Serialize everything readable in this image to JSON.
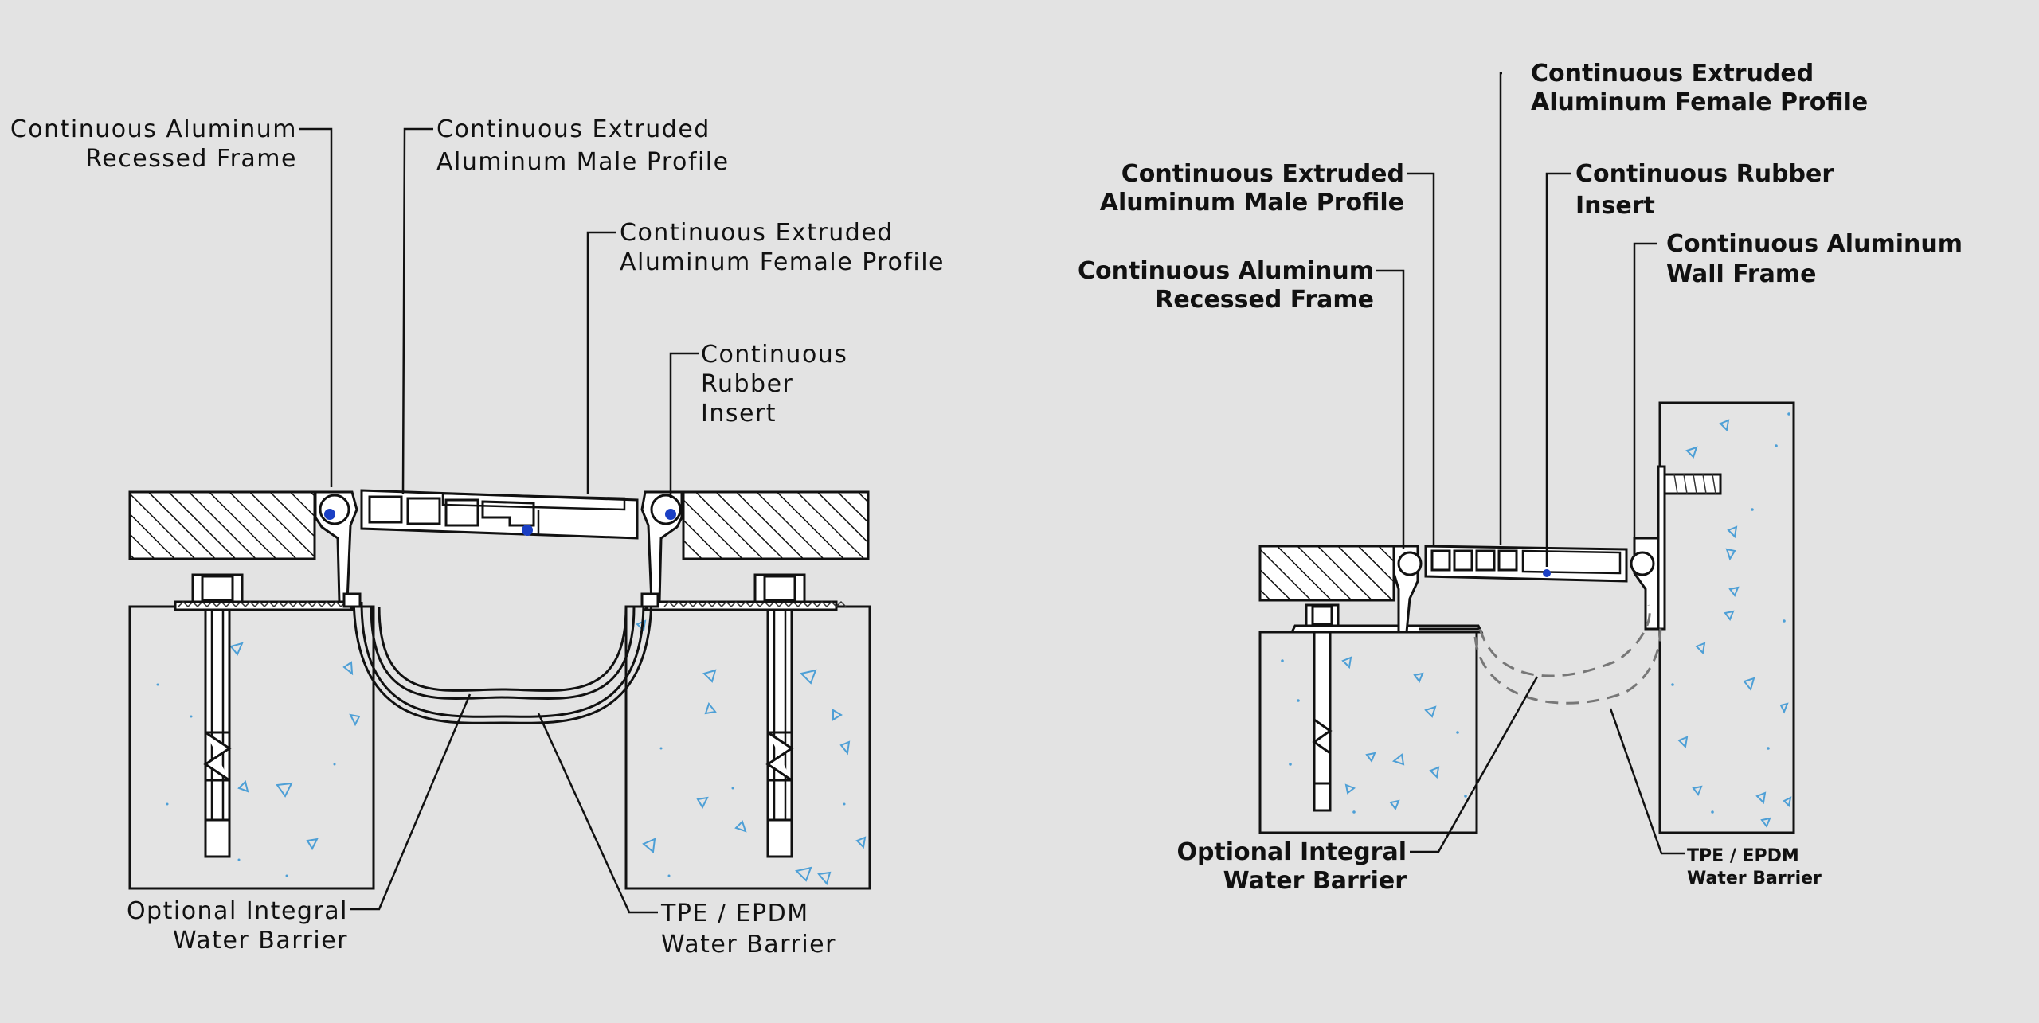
{
  "left_detail": {
    "labels": {
      "recessed_frame": [
        "Continuous Aluminum",
        "Recessed Frame"
      ],
      "male_profile": [
        "Continuous Extruded",
        "Aluminum Male Profile"
      ],
      "female_profile": [
        "Continuous Extruded",
        "Aluminum Female Profile"
      ],
      "rubber_insert": [
        "Continuous",
        "Rubber",
        "Insert"
      ],
      "integral_barrier": [
        "Optional Integral",
        "Water Barrier"
      ],
      "tpe_barrier": [
        "TPE / EPDM",
        "Water Barrier"
      ]
    }
  },
  "right_detail": {
    "labels": {
      "female_profile": [
        "Continuous Extruded",
        "Aluminum Female Profile"
      ],
      "male_profile": [
        "Continuous Extruded",
        "Aluminum Male Profile"
      ],
      "rubber_insert": [
        "Continuous Rubber",
        "Insert"
      ],
      "wall_frame": [
        "Continuous Aluminum",
        "Wall Frame"
      ],
      "recessed_frame": [
        "Continuous Aluminum",
        "Recessed Frame"
      ],
      "integral_barrier": [
        "Optional Integral",
        "Water Barrier"
      ],
      "tpe_barrier": [
        "TPE / EPDM",
        "Water Barrier"
      ]
    }
  },
  "colors": {
    "background": "#e3e3e3",
    "linework": "#111111",
    "aggregate": "#4d9fd6",
    "insert_dot": "#1a3fc4"
  }
}
